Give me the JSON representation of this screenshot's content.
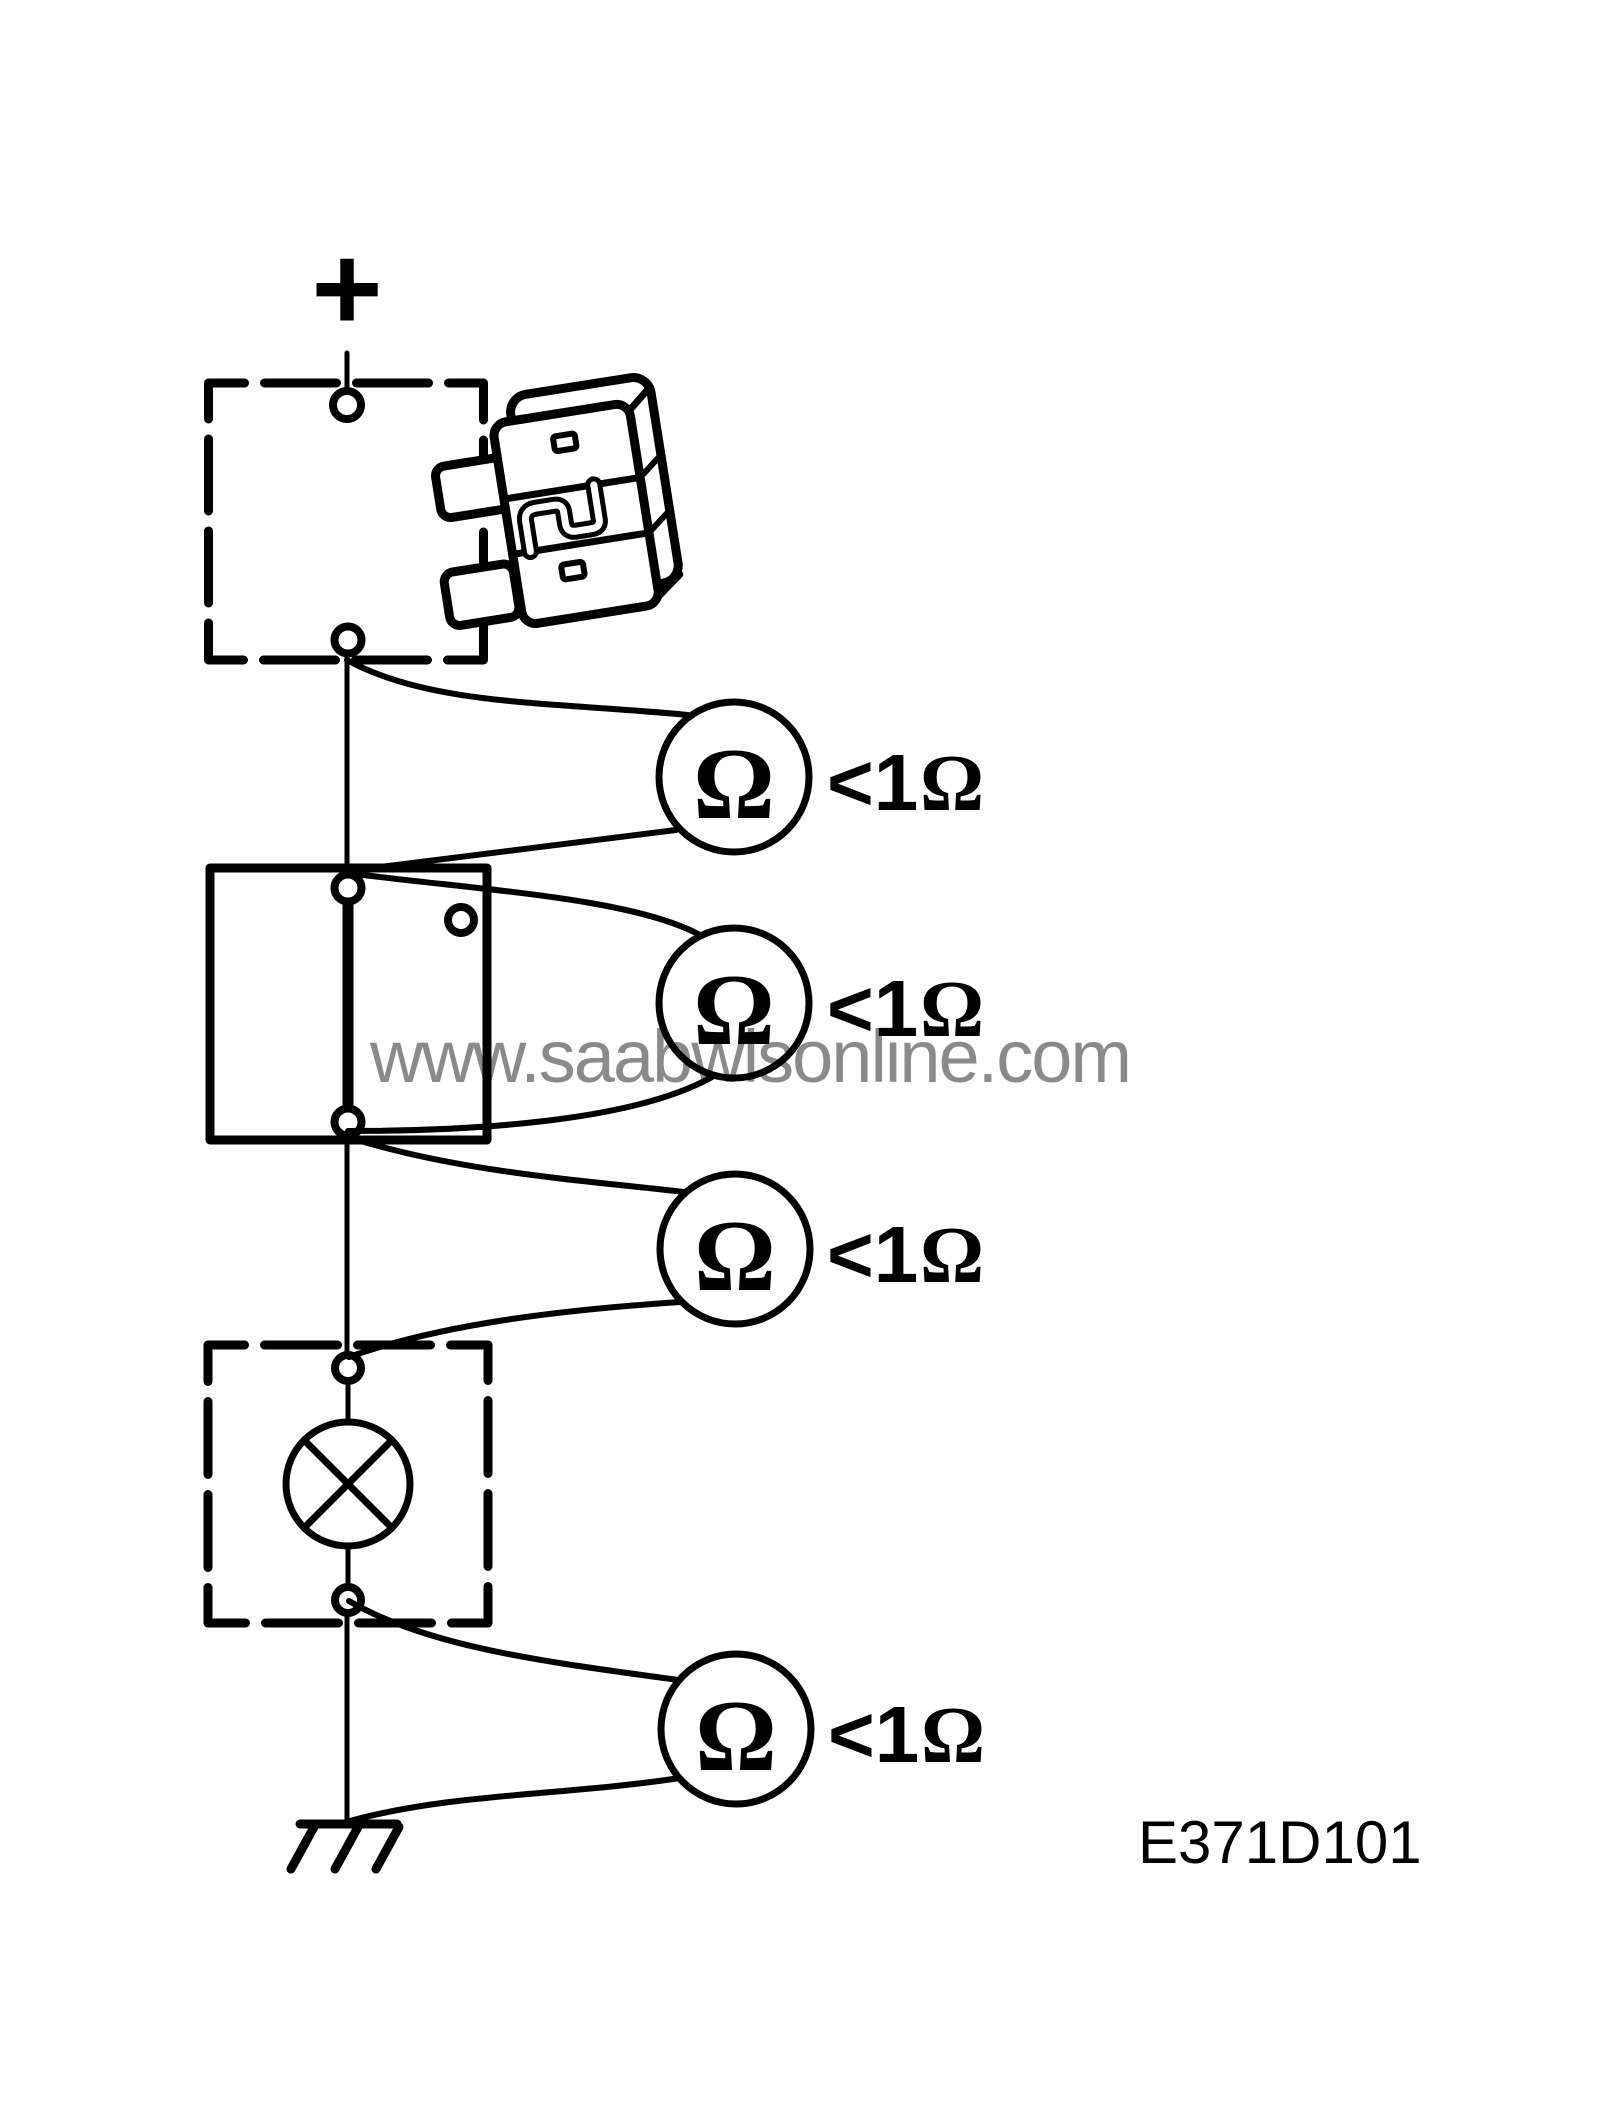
{
  "diagram": {
    "battery_plus": "+",
    "watermark": "www.saabwisonline.com",
    "figure_code": "E371D101",
    "meters": [
      {
        "symbol": "Ω",
        "reading": "<1Ω",
        "reading_prefix": "<1",
        "reading_unit": "Ω"
      },
      {
        "symbol": "Ω",
        "reading": "<1Ω",
        "reading_prefix": "<1",
        "reading_unit": "Ω"
      },
      {
        "symbol": "Ω",
        "reading": "<1Ω",
        "reading_prefix": "<1",
        "reading_unit": "Ω"
      },
      {
        "symbol": "Ω",
        "reading": "<1Ω",
        "reading_prefix": "<1",
        "reading_unit": "Ω"
      }
    ],
    "components": {
      "fuse_box": "fuse-holder",
      "relay_box": "closed-contact",
      "bulb_box": "bulb",
      "ground": "chassis-ground"
    },
    "colors": {
      "line": "#000000",
      "watermark": "#8a8a8a"
    }
  }
}
